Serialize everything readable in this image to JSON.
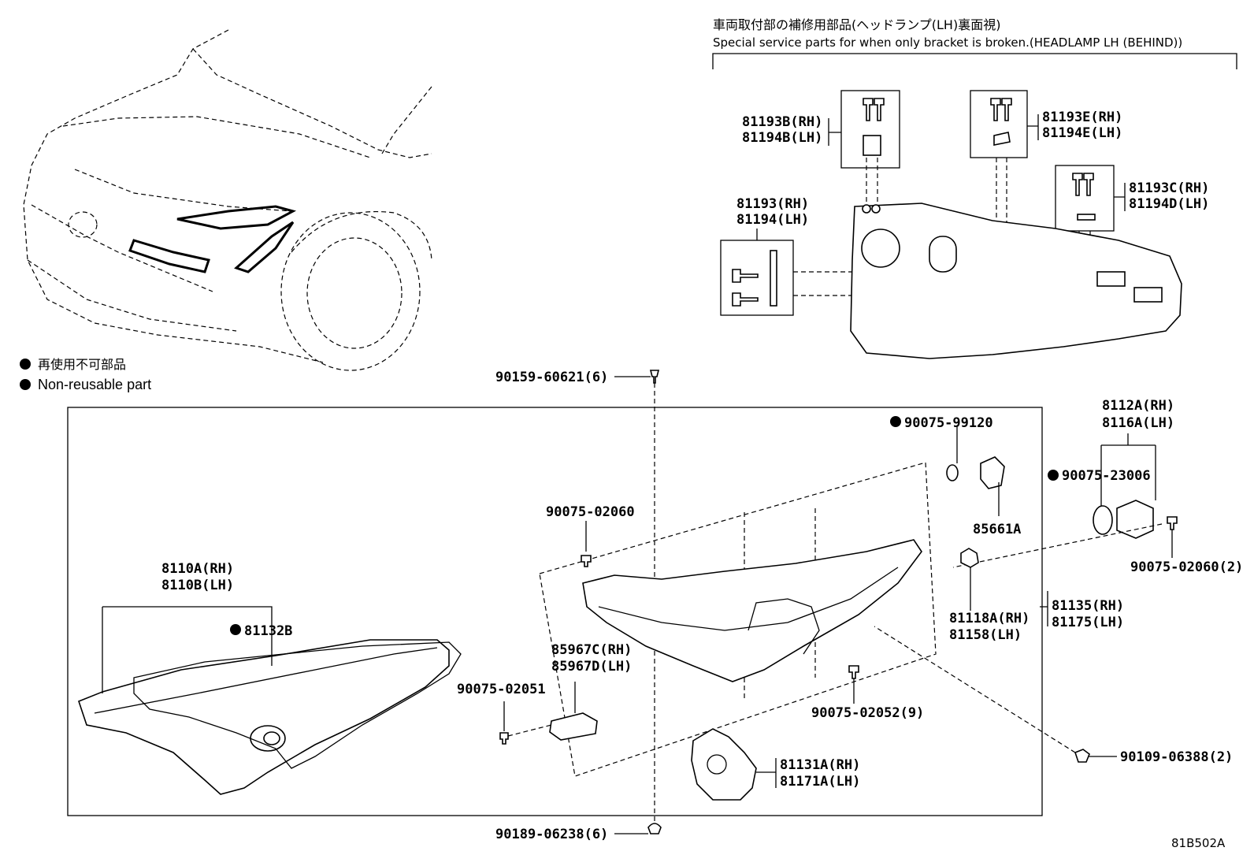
{
  "header": {
    "title_ja": "車両取付部の補修用部品(ヘッドランプ(LH)裏面視)",
    "title_en": "Special service parts for when only bracket is broken.(HEADLAMP LH (BEHIND))"
  },
  "legend": {
    "ja": "再使用不可部品",
    "en": "Non-reusable part"
  },
  "labels": {
    "p81193B": "81193B(RH)",
    "p81194B": "81194B(LH)",
    "p81193E": "81193E(RH)",
    "p81194E": "81194E(LH)",
    "p81193C": "81193C(RH)",
    "p81194D": "81194D(LH)",
    "p81193": "81193(RH)",
    "p81194": "81194(LH)",
    "p90159": "90159-60621(6)",
    "p90075_99120": "90075-99120",
    "p8112A": "8112A(RH)",
    "p8116A": "8116A(LH)",
    "p90075_23006": "90075-23006",
    "p85661A": "85661A",
    "p90075_02060": "90075-02060",
    "p90075_02060_2": "90075-02060(2)",
    "p8110A": "8110A(RH)",
    "p8110B": "8110B(LH)",
    "p81132B": "81132B",
    "p81118A": "81118A(RH)",
    "p81158": "81158(LH)",
    "p81135": "81135(RH)",
    "p81175": "81175(LH)",
    "p85967C": "85967C(RH)",
    "p85967D": "85967D(LH)",
    "p90075_02051": "90075-02051",
    "p90075_02052": "90075-02052(9)",
    "p90109": "90109-06388(2)",
    "p81131A": "81131A(RH)",
    "p81171A": "81171A(LH)",
    "p90189": "90189-06238(6)",
    "code": "81B502A"
  }
}
